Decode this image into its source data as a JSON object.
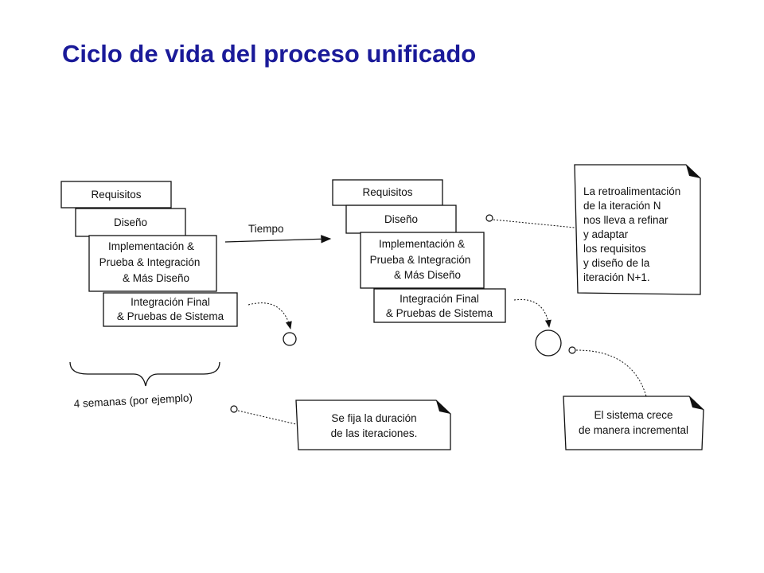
{
  "title": "Ciclo de vida del proceso unificado",
  "colors": {
    "title": "#1a1a99",
    "ink": "#111111"
  },
  "iteration_1": {
    "requisitos": "Requisitos",
    "diseno": "Diseño",
    "implementacion": [
      "Implementación &",
      "Prueba & Integración",
      "& Más Diseño"
    ],
    "integracion": [
      "Integración Final",
      "& Pruebas de Sistema"
    ]
  },
  "iteration_2": {
    "requisitos": "Requisitos",
    "diseno": "Diseño",
    "implementacion": [
      "Implementación &",
      "Prueba & Integración",
      "& Más Diseño"
    ],
    "integracion": [
      "Integración Final",
      "& Pruebas de Sistema"
    ]
  },
  "tiempo_label": "Tiempo",
  "duration_label": "4 semanas (por ejemplo)",
  "notes": {
    "feedback": [
      "La retroalimentación",
      "de la iteración N",
      "nos lleva a refinar",
      "y adaptar",
      "los requisitos",
      "y diseño de la",
      "iteración N+1."
    ],
    "fixed_duration": [
      "Se fija la duración",
      "de las iteraciones."
    ],
    "incremental": [
      "El sistema crece",
      "de manera incremental"
    ]
  }
}
